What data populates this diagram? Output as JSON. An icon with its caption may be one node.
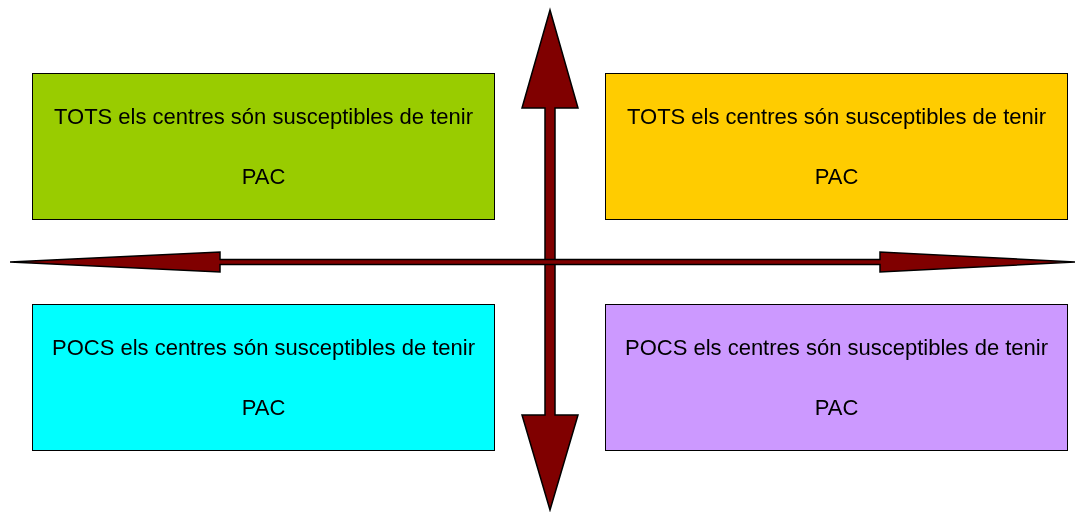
{
  "diagram": {
    "nodes": [
      {
        "text": [
          "TOTS els centres són susceptibles de tenir PAC"
        ]
      },
      {
        "text": [
          "TOTS els centres són susceptibles de tenir PAC"
        ]
      },
      {
        "text": [
          "POCS els centres són susceptibles de tenir PAC"
        ]
      },
      {
        "text": [
          "POCS els centres són susceptibles de tenir PAC"
        ]
      }
    ]
  }
}
